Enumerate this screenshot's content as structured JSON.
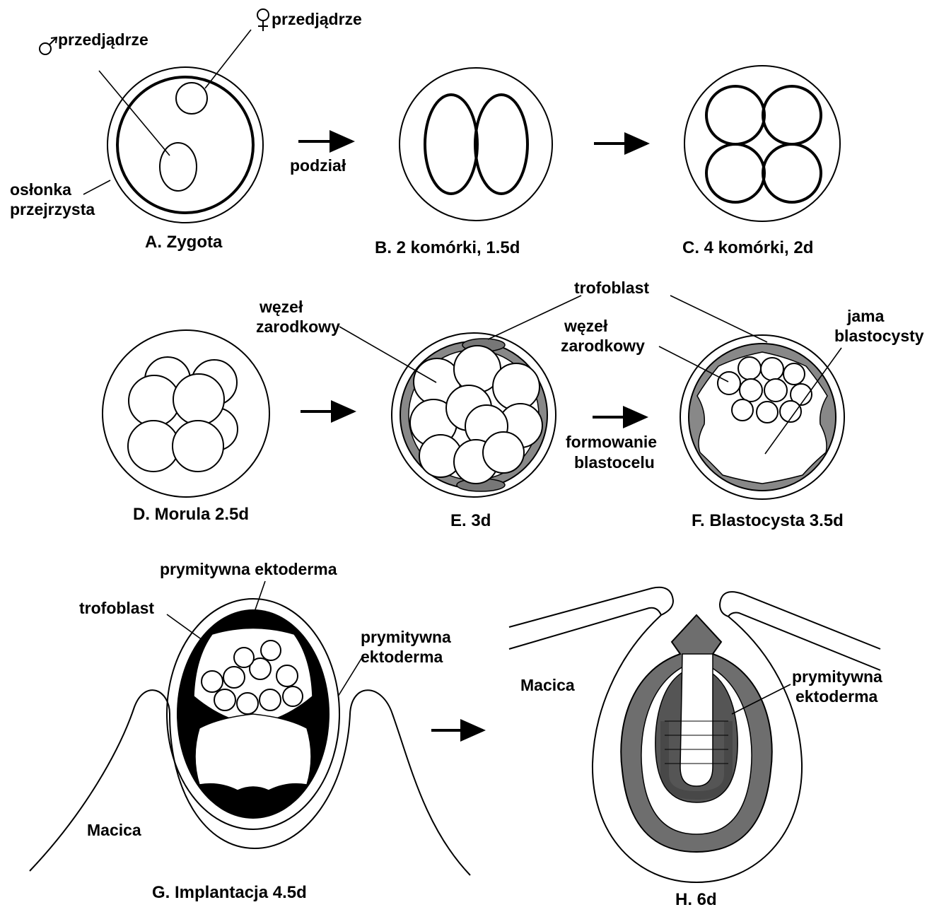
{
  "panels": {
    "A": {
      "caption": "A. Zygota",
      "male_pronucleus": "przedjądrze",
      "female_pronucleus": "przedjądrze",
      "zona_line1": "osłonka",
      "zona_line2": "przejrzysta"
    },
    "B": {
      "caption": "B. 2 komórki, 1.5d",
      "arrow_label": "podział"
    },
    "C": {
      "caption": "C. 4 komórki, 2d"
    },
    "D": {
      "caption": "D. Morula 2.5d"
    },
    "E": {
      "caption": "E. 3d",
      "trophoblast": "trofoblast",
      "icm_line1": "węzeł",
      "icm_line2": "zarodkowy"
    },
    "F": {
      "caption": "F. Blastocysta 3.5d",
      "arrow_line1": "formowanie",
      "arrow_line2": "blastocelu",
      "icm_line1": "węzeł",
      "icm_line2": "zarodkowy",
      "cavity_line1": "jama",
      "cavity_line2": "blastocysty"
    },
    "G": {
      "caption": "G. Implantacja 4.5d",
      "ectoderm_top": "prymitywna ektoderma",
      "trophoblast": "trofoblast",
      "ectoderm_line1": "prymitywna",
      "ectoderm_line2": "ektoderma",
      "uterus": "Macica"
    },
    "H": {
      "caption": "H. 6d",
      "uterus": "Macica",
      "ectoderm_line1": "prymitywna",
      "ectoderm_line2": "ektoderma"
    }
  }
}
